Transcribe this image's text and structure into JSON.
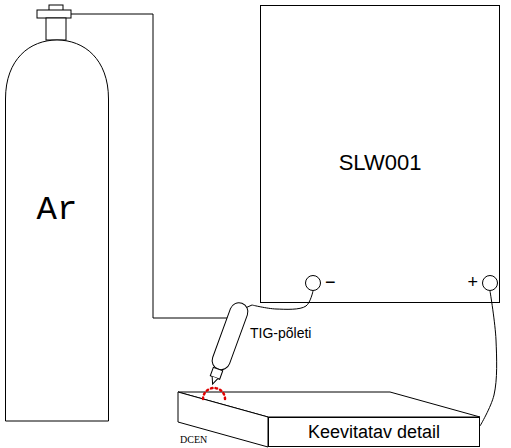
{
  "diagram": {
    "nodes": [
      {
        "text": [
          "Ar"
        ]
      },
      {
        "text": [
          "SLW001"
        ]
      },
      {
        "text": [
          "−"
        ],
        "in": 1
      },
      {
        "text": [
          "+"
        ],
        "in": 1
      },
      {
        "text": [
          "TIG-põleti"
        ]
      },
      {
        "text": [
          "Keevitatav detail"
        ]
      }
    ],
    "edges": [
      {
        "from": 0,
        "to": 4,
        "arrow": "none"
      },
      {
        "from": 2,
        "to": 4,
        "arrow": "none"
      },
      {
        "from": 3,
        "to": 5,
        "arrow": "none"
      }
    ],
    "labels": [
      "DCEN"
    ]
  }
}
